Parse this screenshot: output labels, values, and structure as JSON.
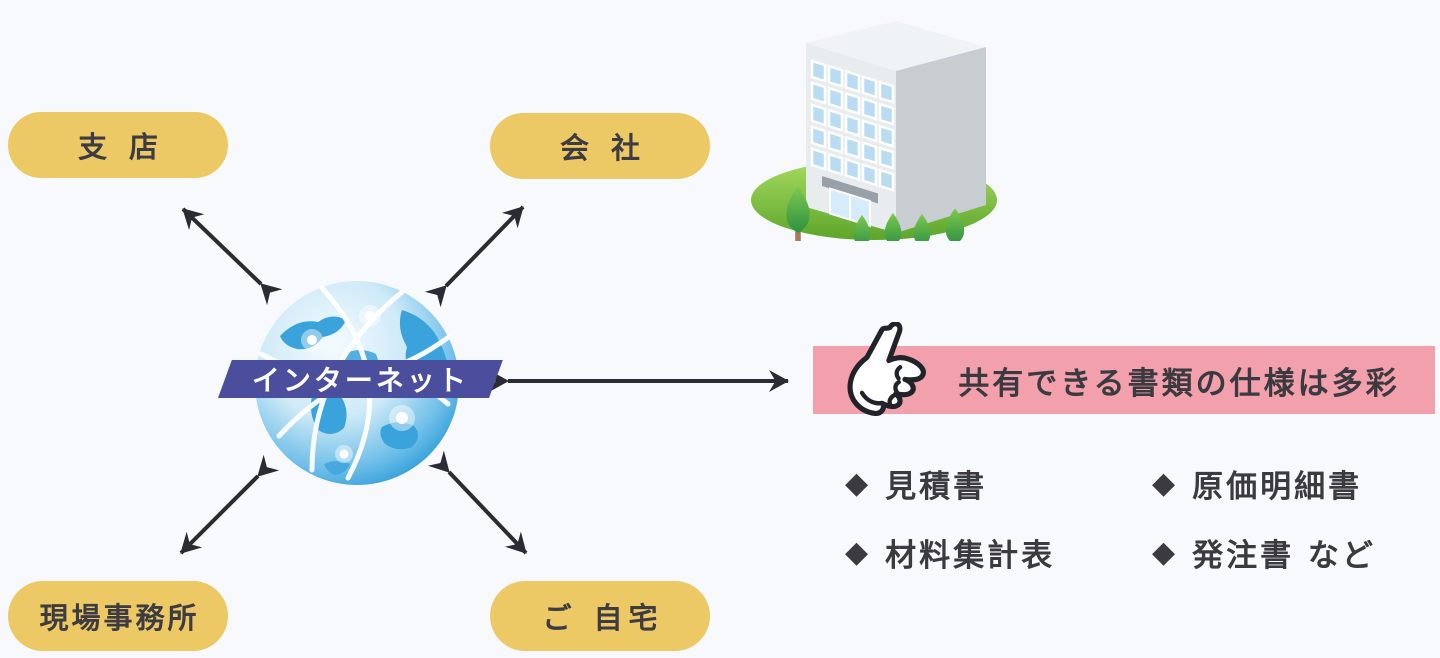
{
  "colors": {
    "canvas_bg": "#f8f9fd",
    "pill_bg": "#ecc964",
    "pill_text": "#3d3c42",
    "hub_bg": "#4b4e9c",
    "hub_text": "#ffffff",
    "callout_bg": "#f2a0ab",
    "dark_text": "#3b3a40",
    "arrow": "#2b2b33",
    "globe_blue": "#1b93d2",
    "lawn_green": "#76bf3a"
  },
  "nodes": {
    "branch": "支 店",
    "company": "会 社",
    "site_office": "現場事務所",
    "home": "ご 自宅"
  },
  "hub": {
    "label": "インターネット"
  },
  "callout": {
    "heading": "共有できる書類の仕様は多彩",
    "bullet": "◆",
    "documents": [
      "見積書",
      "原価明細書",
      "材料集計表",
      "発注書 など"
    ]
  },
  "icons": {
    "globe": "globe-network-illustration",
    "building": "office-building-illustration",
    "hand": "pointing-hand-icon",
    "arrows": "double-headed-arrow"
  }
}
